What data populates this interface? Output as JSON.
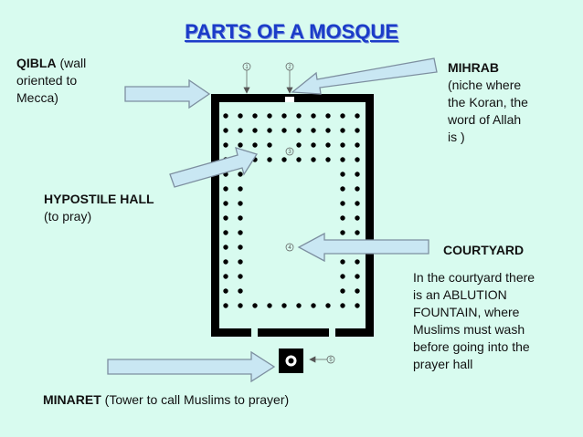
{
  "title": "PARTS OF A MOSQUE",
  "qibla": {
    "name": "QIBLA",
    "desc_1": " (wall",
    "desc_2": "oriented to",
    "desc_3": "Mecca)"
  },
  "mihrab": {
    "name": "MIHRAB",
    "desc_1": "(niche where",
    "desc_2": "the Koran, the",
    "desc_3": "word of Allah",
    "desc_4": "is )"
  },
  "hypostile": {
    "name": "HYPOSTILE HALL",
    "desc_1": "(to pray)"
  },
  "courtyard": {
    "name": "COURTYARD",
    "desc_1": "In the courtyard there",
    "desc_2": "is an ABLUTION",
    "desc_3": "FOUNTAIN, where",
    "desc_4": "Muslims must wash",
    "desc_5": "before going into the",
    "desc_6": "prayer hall"
  },
  "minaret": {
    "name": "MINARET",
    "desc": " (Tower to call Muslims to prayer)"
  },
  "markers": {
    "m1": "1",
    "m2": "2",
    "m3": "3",
    "m4": "4",
    "m5": "5"
  },
  "colors": {
    "background": "#d8fbef",
    "title": "#1b3cc8",
    "arrow_fill": "#c9e7f3",
    "arrow_stroke": "#7d8fa0",
    "wall": "#000000"
  }
}
